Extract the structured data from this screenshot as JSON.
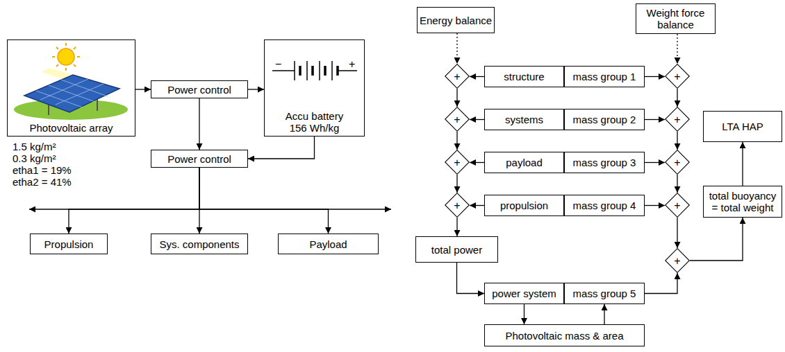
{
  "diagram": {
    "nodes": [
      {
        "text": [
          "Photovoltaic array"
        ]
      },
      {
        "text": [
          "Power control"
        ]
      },
      {
        "text": [
          "Accu battery",
          "156 Wh/kg"
        ]
      },
      {
        "text": [
          "Power control"
        ]
      },
      {
        "text": [
          "Propulsion"
        ]
      },
      {
        "text": [
          "Sys. components"
        ]
      },
      {
        "text": [
          "Payload"
        ]
      },
      {
        "text": [
          "Energy balance"
        ]
      },
      {
        "text": [
          "Weight force balance"
        ]
      },
      {
        "text": [
          "+"
        ]
      },
      {
        "text": [
          "structure"
        ]
      },
      {
        "text": [
          "mass group 1"
        ]
      },
      {
        "text": [
          "+"
        ]
      },
      {
        "text": [
          "+"
        ]
      },
      {
        "text": [
          "systems"
        ]
      },
      {
        "text": [
          "mass group 2"
        ]
      },
      {
        "text": [
          "+"
        ]
      },
      {
        "text": [
          "LTA HAP"
        ]
      },
      {
        "text": [
          "+"
        ]
      },
      {
        "text": [
          "payload"
        ]
      },
      {
        "text": [
          "mass group 3"
        ]
      },
      {
        "text": [
          "+"
        ]
      },
      {
        "text": [
          "total buoyancy = total weight"
        ]
      },
      {
        "text": [
          "+"
        ]
      },
      {
        "text": [
          "propulsion"
        ]
      },
      {
        "text": [
          "mass group 4"
        ]
      },
      {
        "text": [
          "+"
        ]
      },
      {
        "text": [
          "+"
        ]
      },
      {
        "text": [
          "total power"
        ]
      },
      {
        "text": [
          "power system"
        ]
      },
      {
        "text": [
          "mass group 5"
        ]
      },
      {
        "text": [
          "Photovoltaic mass & area"
        ]
      }
    ],
    "edges": [
      {
        "from": 0,
        "to": 1,
        "arrow": "to"
      },
      {
        "from": 1,
        "to": 2,
        "arrow": "to"
      },
      {
        "from": 1,
        "to": 3,
        "arrow": "to"
      },
      {
        "from": 2,
        "to": 3,
        "arrow": "to"
      },
      {
        "from": 3,
        "to": 4,
        "arrow": "to"
      },
      {
        "from": 3,
        "to": 5,
        "arrow": "to"
      },
      {
        "from": 3,
        "to": 6,
        "arrow": "to"
      },
      {
        "from": 7,
        "to": 9,
        "arrow": "to"
      },
      {
        "from": 10,
        "to": 9,
        "arrow": "to"
      },
      {
        "from": 9,
        "to": 13,
        "arrow": "to"
      },
      {
        "from": 14,
        "to": 13,
        "arrow": "to"
      },
      {
        "from": 13,
        "to": 18,
        "arrow": "to"
      },
      {
        "from": 19,
        "to": 18,
        "arrow": "to"
      },
      {
        "from": 18,
        "to": 23,
        "arrow": "to"
      },
      {
        "from": 24,
        "to": 23,
        "arrow": "to"
      },
      {
        "from": 23,
        "to": 28,
        "arrow": "to"
      },
      {
        "from": 8,
        "to": 12,
        "arrow": "to"
      },
      {
        "from": 11,
        "to": 12,
        "arrow": "to"
      },
      {
        "from": 12,
        "to": 16,
        "arrow": "to"
      },
      {
        "from": 15,
        "to": 16,
        "arrow": "to"
      },
      {
        "from": 16,
        "to": 21,
        "arrow": "to"
      },
      {
        "from": 20,
        "to": 21,
        "arrow": "to"
      },
      {
        "from": 21,
        "to": 26,
        "arrow": "to"
      },
      {
        "from": 25,
        "to": 26,
        "arrow": "to"
      },
      {
        "from": 26,
        "to": 27,
        "arrow": "to"
      },
      {
        "from": 30,
        "to": 27,
        "arrow": "to"
      },
      {
        "from": 27,
        "to": 22,
        "arrow": "to"
      },
      {
        "from": 22,
        "to": 17,
        "arrow": "to"
      },
      {
        "from": 28,
        "to": 29,
        "arrow": "to"
      },
      {
        "from": 29,
        "to": 31,
        "arrow": "to"
      },
      {
        "from": 31,
        "to": 30,
        "arrow": "to"
      }
    ],
    "labels": [
      "1.5 kg/m²",
      "0.3 kg/m²",
      "etha1 = 19%",
      "etha2 = 41%",
      "−",
      "+"
    ]
  }
}
